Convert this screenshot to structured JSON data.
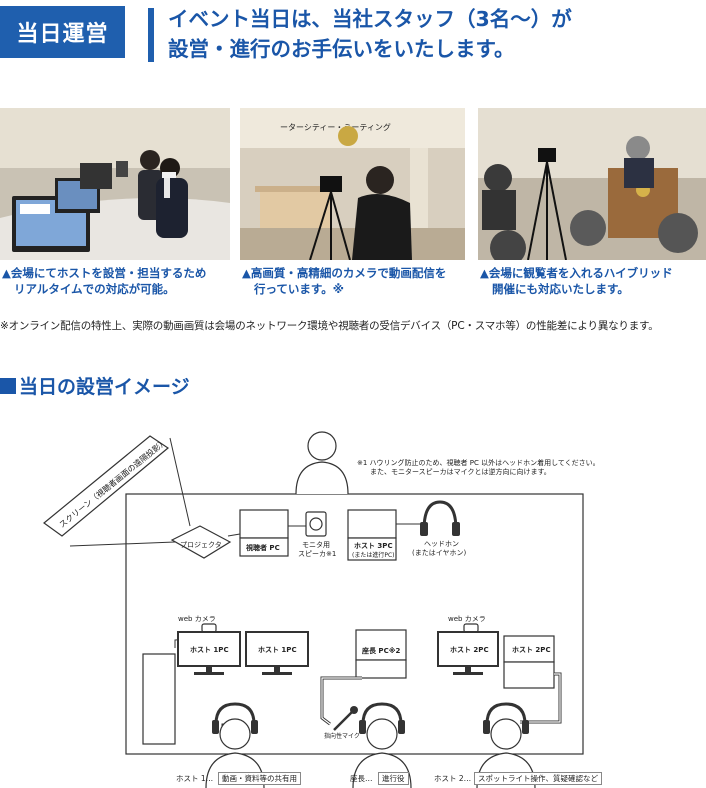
{
  "header": {
    "badge": "当日運営",
    "headline_line1": "イベント当日は、当社スタッフ（3名〜）が",
    "headline_line2": "設営・進行のお手伝いをいたします。"
  },
  "photos": [
    {
      "caption_line1": "▲会場にてホストを設営・担当するため",
      "caption_line2": "リアルタイムでの対応が可能。"
    },
    {
      "caption_line1": "▲高画質・高精細のカメラで動画配信を",
      "caption_line2": "行っています。※",
      "banner_text": "ーターシティー・ミーティング"
    },
    {
      "caption_line1": "▲会場に観覧者を入れるハイブリッド",
      "caption_line2": "開催にも対応いたします。"
    }
  ],
  "footnote": "※オンライン配信の特性上、実際の動画画質は会場のネットワーク環境や視聴者の受信デバイス（PC・スマホ等）の性能差により異なります。",
  "section_title": "当日の設営イメージ",
  "diagram": {
    "note_line1": "※1 ハウリング防止のため、視聴者 PC 以外はヘッドホン着用してください。",
    "note_line2": "また、モニタースピーカはマイクとは逆方向に向けます。",
    "screen_label": "スクリーン（視聴者画面の遠隔投影）",
    "projector": "プロジェクタ",
    "viewer_pc": "視聴者 PC",
    "monitor_speaker_line1": "モニタ用",
    "monitor_speaker_line2": "スピーカ※1",
    "host3_line1": "ホスト 3PC",
    "host3_line2": "(または進行PC)",
    "headphone_line1": "ヘッドホン",
    "headphone_line2": "(またはイヤホン)",
    "webcam_left": "web カメラ",
    "webcam_right": "web カメラ",
    "host1_a": "ホスト 1PC",
    "host1_b": "ホスト 1PC",
    "chair_pc": "座長 PC※2",
    "host2_a": "ホスト 2PC",
    "host2_b": "ホスト 2PC",
    "mic": "指向性マイク",
    "legend": [
      {
        "role": "ホスト 1…",
        "desc": "動画・資料等の共有用"
      },
      {
        "role": "座長…",
        "desc": "進行役"
      },
      {
        "role": "ホスト 2…",
        "desc": "スポットライト操作、質疑確認など"
      }
    ]
  },
  "colors": {
    "brand_blue": "#1f5fae",
    "text_blue": "#1a56a8"
  }
}
